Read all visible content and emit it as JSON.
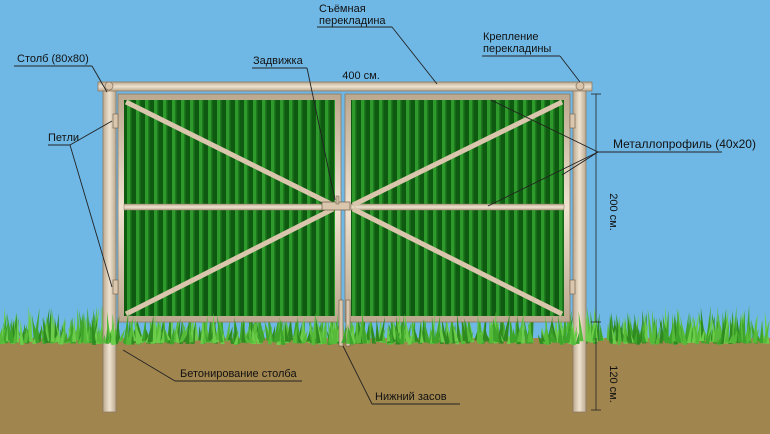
{
  "labels": {
    "post": "Столб (80х80)",
    "hinges": "Петли",
    "latch": "Задвижка",
    "removable_bar_line1": "Съёмная",
    "removable_bar_line2": "перекладина",
    "bar_mount_line1": "Крепление",
    "bar_mount_line2": "перекладины",
    "profile": "Металлопрофиль (40х20)",
    "concreting": "Бетонирование столба",
    "bottom_bolt": "Нижний засов"
  },
  "dimensions": {
    "width": "400 см.",
    "height": "200 см.",
    "depth": "120 см."
  },
  "colors": {
    "sky": "#6fb8e6",
    "ground": "#a0854f",
    "grass": "#3ea52b",
    "sheet_dark": "#0d5a10",
    "sheet_light": "#2f9a2c",
    "metal": "#d9c6ad",
    "metal_edge": "#8d7a63"
  }
}
